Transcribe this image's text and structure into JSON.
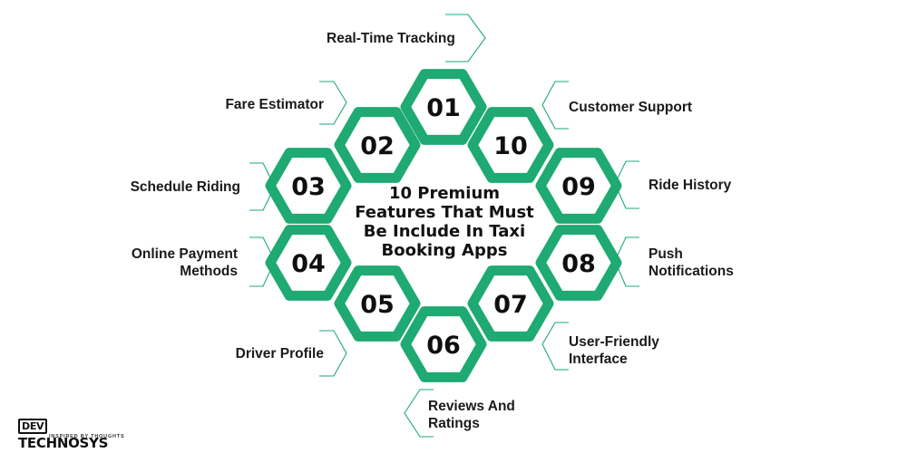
{
  "center_title": [
    "10 Premium",
    "Features That Must",
    "Be Include In Taxi",
    "Booking Apps"
  ],
  "accent_color": "#1eaa72",
  "features": [
    {
      "number": "01",
      "label": [
        "Real-Time Tracking"
      ]
    },
    {
      "number": "02",
      "label": [
        "Fare Estimator"
      ]
    },
    {
      "number": "03",
      "label": [
        "Schedule Riding"
      ]
    },
    {
      "number": "04",
      "label": [
        "Online Payment",
        "Methods"
      ]
    },
    {
      "number": "05",
      "label": [
        "Driver Profile"
      ]
    },
    {
      "number": "06",
      "label": [
        "Reviews And",
        "Ratings"
      ]
    },
    {
      "number": "07",
      "label": [
        "User-Friendly",
        "Interface"
      ]
    },
    {
      "number": "08",
      "label": [
        "Push",
        "Notifications"
      ]
    },
    {
      "number": "09",
      "label": [
        "Ride History"
      ]
    },
    {
      "number": "10",
      "label": [
        "Customer Support"
      ]
    }
  ],
  "logo": {
    "dev": "DEV",
    "name": "TECHNOSYS",
    "tagline": "INSPIRED BY THOUGHTS"
  }
}
